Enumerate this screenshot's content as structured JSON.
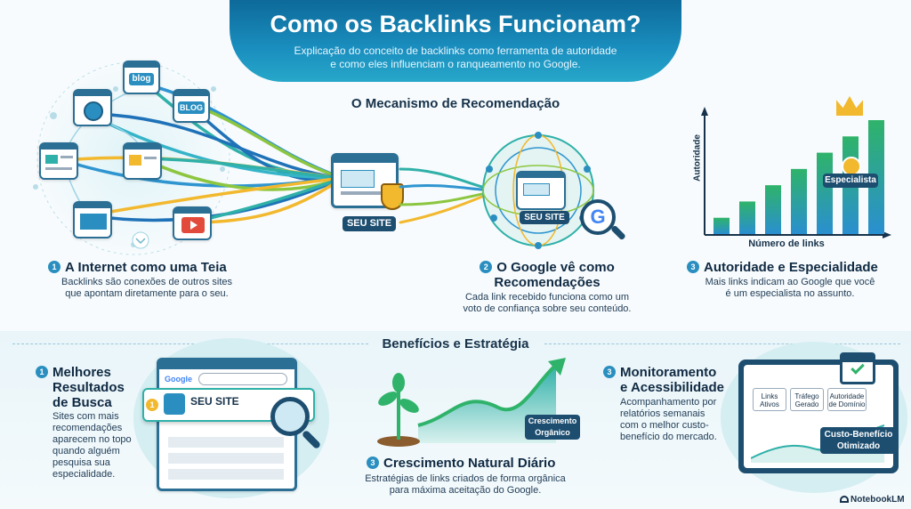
{
  "header": {
    "title": "Como os Backlinks Funcionam?",
    "subtitle_line1": "Explicação do conceito de backlinks como ferramenta de autoridade",
    "subtitle_line2": "e como eles influenciam o ranqueamento no Google."
  },
  "mechanism": {
    "title": "O Mecanismo de Recomendação",
    "web": {
      "blog1": "blog",
      "blog2": "BLOG",
      "site_label": "SEU SITE"
    },
    "google": {
      "site_label": "SEU SITE"
    },
    "steps": [
      {
        "num": "1",
        "title": "A Internet como uma Teia",
        "desc_line1": "Backlinks são conexões de outros sites",
        "desc_line2": "que apontam diretamente para o seu."
      },
      {
        "num": "2",
        "title_line1": "O Google vê como",
        "title_line2": "Recomendações",
        "desc_line1": "Cada link recebido funciona como um",
        "desc_line2": "voto de confiança sobre seu conteúdo."
      },
      {
        "num": "3",
        "title": "Autoridade e Especialidade",
        "desc_line1": "Mais links indicam ao Google que você",
        "desc_line2": "é um especialista no assunto."
      }
    ]
  },
  "chart_data": {
    "type": "bar",
    "ylabel": "Autoridade",
    "xlabel": "Número de links",
    "values": [
      1,
      2,
      3,
      4,
      5,
      6,
      7
    ],
    "badge": "Especialista",
    "colors": {
      "bar_top": "#2fb36a",
      "bar_bottom": "#2a8fd0"
    }
  },
  "benefits": {
    "title": "Benefícios e Estratégia",
    "search": {
      "logo": "Google",
      "site_label": "SEU SITE",
      "rank": "1"
    },
    "growth_label_line1": "Crescimento",
    "growth_label_line2": "Orgânico",
    "dashboard": {
      "cells": [
        "Links\nAtivos",
        "Tráfego\nGerado",
        "Autoridade\nde Domínio"
      ],
      "badge_line1": "Custo-Benefício",
      "badge_line2": "Otimizado"
    },
    "items": [
      {
        "num": "1",
        "title_line1": "Melhores",
        "title_line2": "Resultados",
        "title_line3": "de Busca",
        "desc": [
          "Sites com mais",
          "recomendações",
          "aparecem no topo",
          "quando alguém",
          "pesquisa sua",
          "especialidade."
        ]
      },
      {
        "num": "3",
        "title": "Crescimento Natural Diário",
        "desc_line1": "Estratégias de links criados de forma orgânica",
        "desc_line2": "para máxima aceitação do Google."
      },
      {
        "num": "3",
        "title_line1": "Monitoramento",
        "title_line2": "e Acessibilidade",
        "desc": [
          "Acompanhamento por",
          "relatórios semanais",
          "com o melhor custo-",
          "benefício do mercado."
        ]
      }
    ]
  },
  "footer": {
    "brand": "NotebookLM"
  }
}
